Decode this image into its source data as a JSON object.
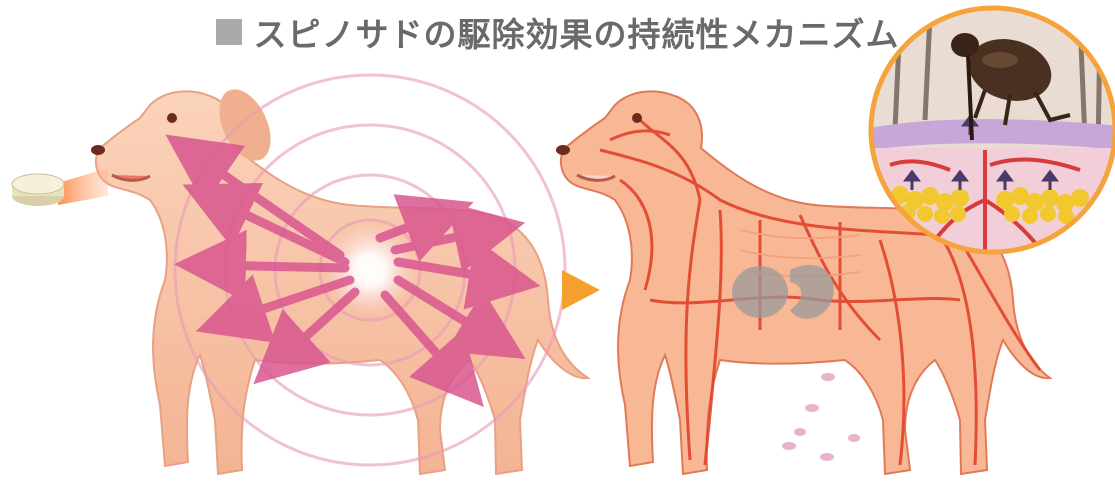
{
  "title": {
    "text": "スピノサドの駆除効果の持続性メカニズム",
    "marker_icon": "gray-square-bullet",
    "color": "#6a6a6a"
  },
  "panels": [
    {
      "name": "oral-absorption",
      "icons": [
        "tablet-icon",
        "dog-icon",
        "distribution-arrows-icon"
      ]
    },
    {
      "name": "systemic-distribution",
      "icons": [
        "dog-icon",
        "blood-vessels-icon",
        "stomach-icon",
        "excreted-particles-icon"
      ]
    },
    {
      "name": "skin-closeup",
      "icons": [
        "flea-icon",
        "skin-layer-icon",
        "fat-cells-icon"
      ]
    }
  ],
  "colors": {
    "dog_skin": "#f7c4a6",
    "vessel_red": "#e2422b",
    "arrow_pink": "#d9568f",
    "closeup_ring": "#f5a33a",
    "next_arrow": "#f5a02e"
  }
}
